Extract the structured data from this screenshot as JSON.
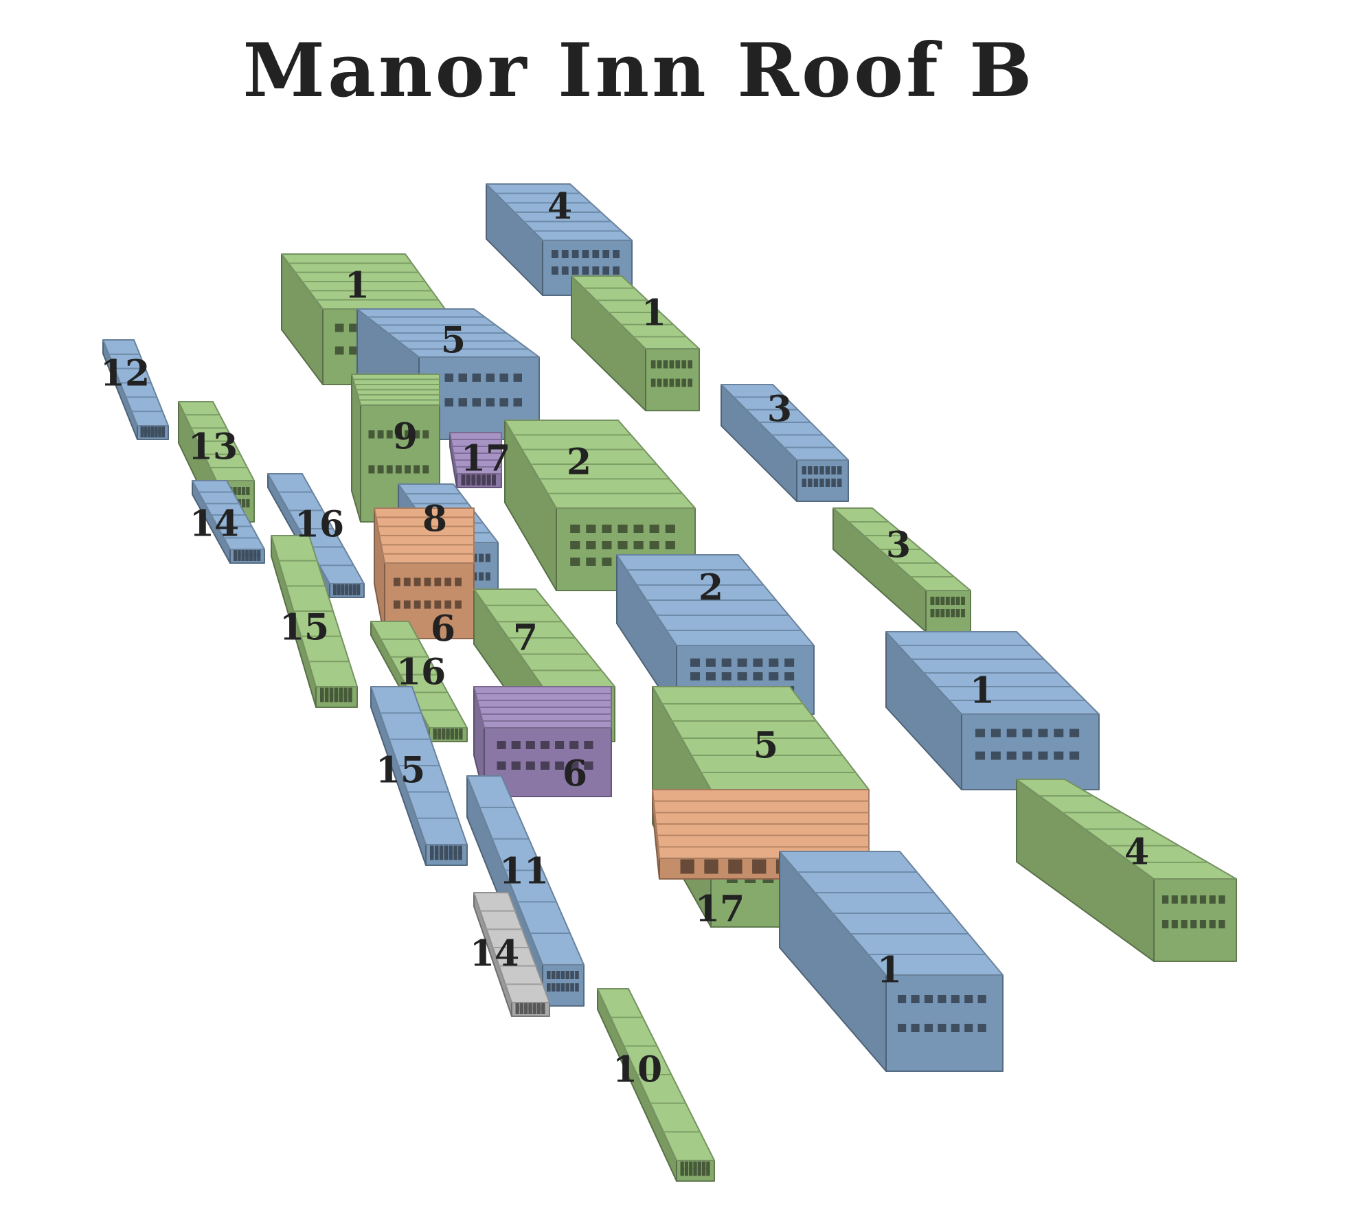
{
  "title": "Manor Inn Roof B",
  "colors": {
    "green": "#9cc67e",
    "blue": "#8aaed3",
    "orange": "#e4a57c",
    "purple": "#a08ac0",
    "grey": "#c4c4c4",
    "background": "#ffffff"
  },
  "pieces": [
    {
      "label": "1",
      "color": "green"
    },
    {
      "label": "1",
      "color": "green"
    },
    {
      "label": "1",
      "color": "blue"
    },
    {
      "label": "1",
      "color": "blue"
    },
    {
      "label": "2",
      "color": "green"
    },
    {
      "label": "2",
      "color": "blue"
    },
    {
      "label": "3",
      "color": "blue"
    },
    {
      "label": "3",
      "color": "green"
    },
    {
      "label": "4",
      "color": "blue"
    },
    {
      "label": "4",
      "color": "green"
    },
    {
      "label": "5",
      "color": "blue"
    },
    {
      "label": "5",
      "color": "green"
    },
    {
      "label": "6",
      "color": "orange"
    },
    {
      "label": "6",
      "color": "purple"
    },
    {
      "label": "7",
      "color": "green"
    },
    {
      "label": "8",
      "color": "blue"
    },
    {
      "label": "9",
      "color": "green"
    },
    {
      "label": "10",
      "color": "green"
    },
    {
      "label": "11",
      "color": "blue"
    },
    {
      "label": "12",
      "color": "blue"
    },
    {
      "label": "13",
      "color": "green"
    },
    {
      "label": "14",
      "color": "blue"
    },
    {
      "label": "14",
      "color": "grey"
    },
    {
      "label": "15",
      "color": "green"
    },
    {
      "label": "15",
      "color": "blue"
    },
    {
      "label": "16",
      "color": "blue"
    },
    {
      "label": "16",
      "color": "green"
    },
    {
      "label": "17",
      "color": "purple"
    },
    {
      "label": "17",
      "color": "orange"
    }
  ]
}
